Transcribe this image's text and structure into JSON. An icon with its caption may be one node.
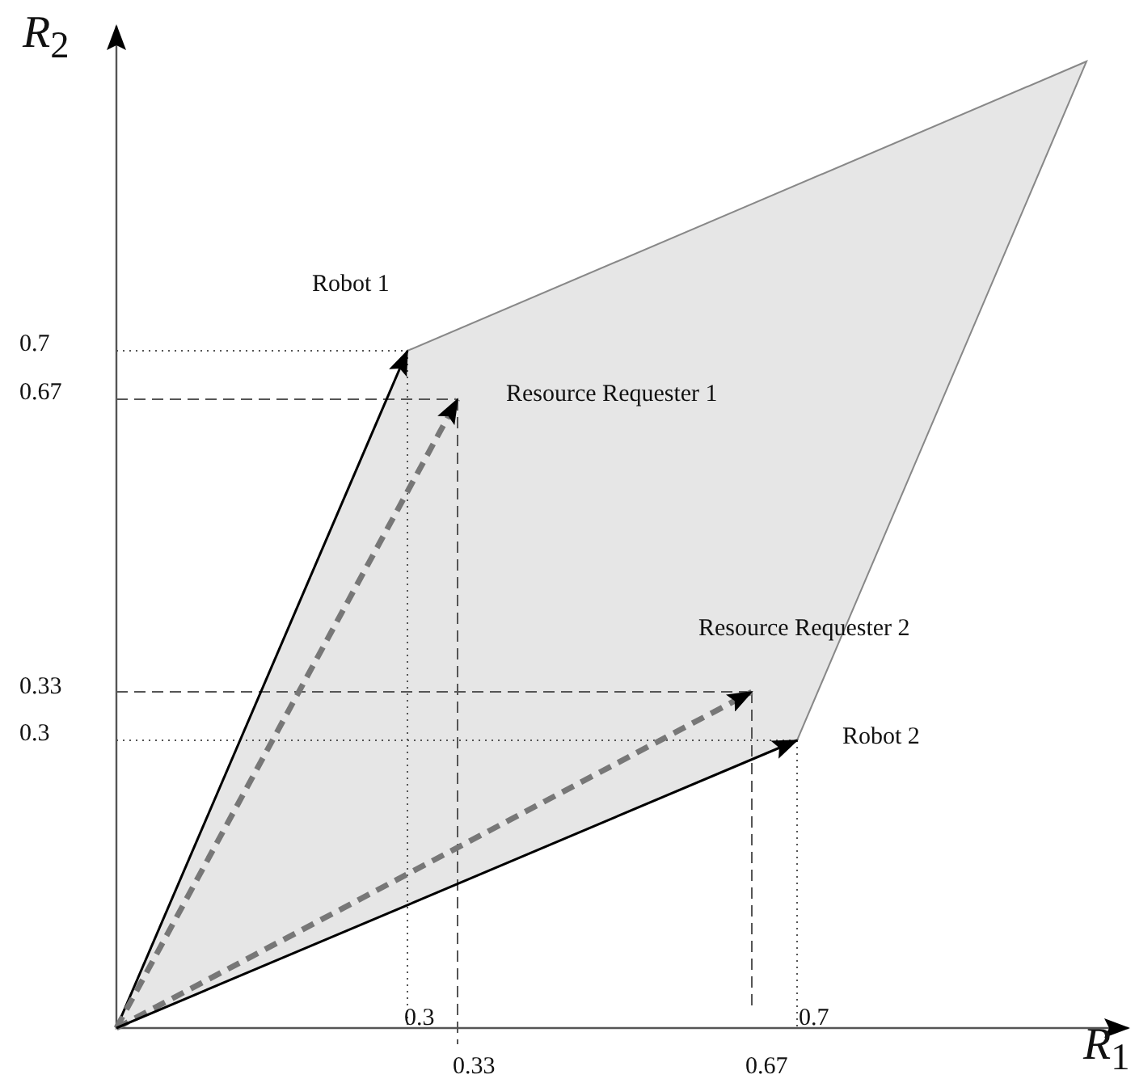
{
  "diagram": {
    "nodes": [
      {
        "text": [
          "Robot 1"
        ]
      },
      {
        "text": [
          "Resource Requester 1"
        ]
      },
      {
        "text": [
          "Resource Requester 2"
        ]
      },
      {
        "text": [
          "Robot 2"
        ]
      }
    ],
    "edges": [
      {
        "from": null,
        "to": 0,
        "arrow": "to"
      },
      {
        "from": null,
        "to": 1,
        "arrow": "to",
        "style": "dashed",
        "color": "#777777"
      },
      {
        "from": null,
        "to": 2,
        "arrow": "to",
        "style": "dashed",
        "color": "#777777"
      },
      {
        "from": null,
        "to": 3,
        "arrow": "to"
      }
    ],
    "labels": [
      "*R*$_{2}$",
      "0.7",
      "0.67",
      "0.33",
      "0.3",
      "0.3",
      "0.7",
      "0.33",
      "0.67",
      "*R*$_{1}$"
    ]
  }
}
